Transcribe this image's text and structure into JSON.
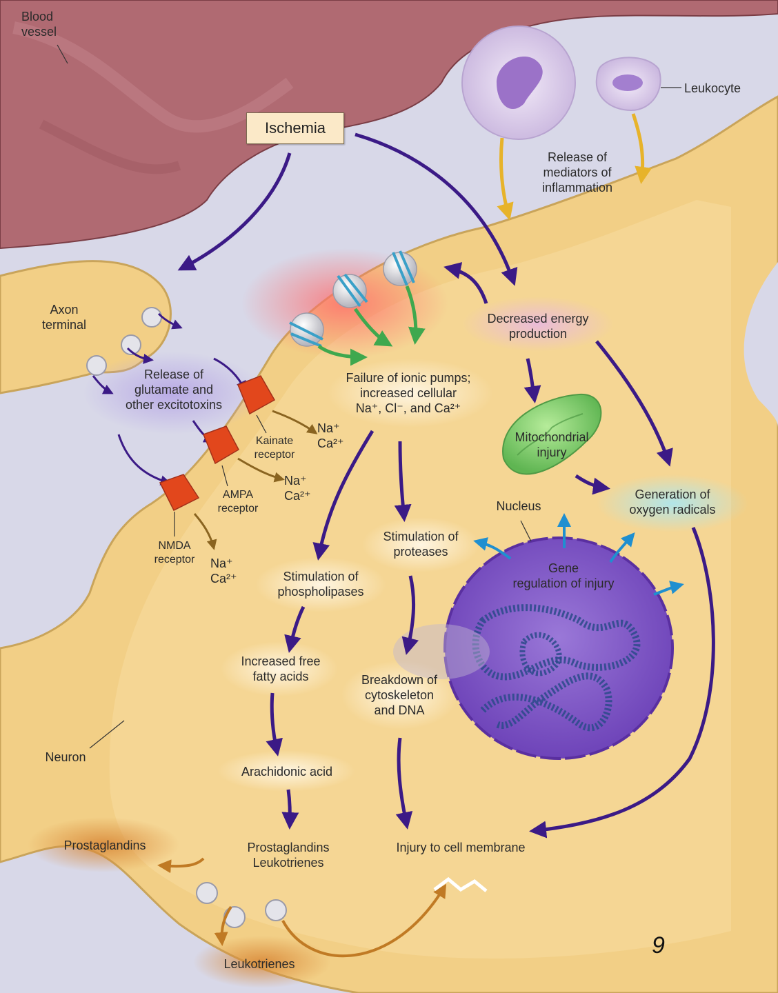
{
  "labels": {
    "blood_vessel": "Blood\nvessel",
    "ischemia": "Ischemia",
    "leukocyte": "Leukocyte",
    "release_mediators": "Release of\nmediators of\ninflammation",
    "axon_terminal": "Axon\nterminal",
    "release_glutamate": "Release of\nglutamate and\nother excitotoxins",
    "decreased_energy": "Decreased energy\nproduction",
    "failure_ionic_pumps": "Failure of ionic pumps;\nincreased cellular\nNa⁺, Cl⁻, and Ca²⁺",
    "ions_kainate": "Na⁺\nCa²⁺",
    "kainate_receptor": "Kainate\nreceptor",
    "ions_ampa": "Na⁺\nCa²⁺",
    "ampa_receptor": "AMPA\nreceptor",
    "ions_nmda": "Na⁺\nCa²⁺",
    "nmda_receptor": "NMDA\nreceptor",
    "mitochondrial_injury": "Mitochondrial\ninjury",
    "generation_radicals": "Generation of\noxygen radicals",
    "nucleus": "Nucleus",
    "stimulation_proteases": "Stimulation of\nproteases",
    "gene_regulation": "Gene\nregulation of injury",
    "stimulation_phospholipases": "Stimulation of\nphospholipases",
    "increased_ffa": "Increased free\nfatty acids",
    "breakdown": "Breakdown of\ncytoskeleton\nand DNA",
    "neuron": "Neuron",
    "arachidonic_acid": "Arachidonic acid",
    "prostaglandins_out": "Prostaglandins",
    "prostaglandins_leukotrienes": "Prostaglandins\nLeukotrienes",
    "injury_membrane": "Injury to cell membrane",
    "leukotrienes_out": "Leukotrienes"
  },
  "page_number": "9",
  "colors": {
    "background": "#d8d8e8",
    "blood_vessel": "#b06a72",
    "neuron": "#f2cf86",
    "neuron_inner": "#f6d99a",
    "pathway_arrow": "#3b1a86",
    "ion_arrow": "#3fa84e",
    "leukocyte_arrow": "#e7b32a",
    "product_arrow": "#c07a24",
    "nucleus": "#7b4fc4",
    "mitochondrion": "#7fcf6a",
    "receptor": "#e2471c",
    "signal_arrow": "#1f8fd0"
  }
}
